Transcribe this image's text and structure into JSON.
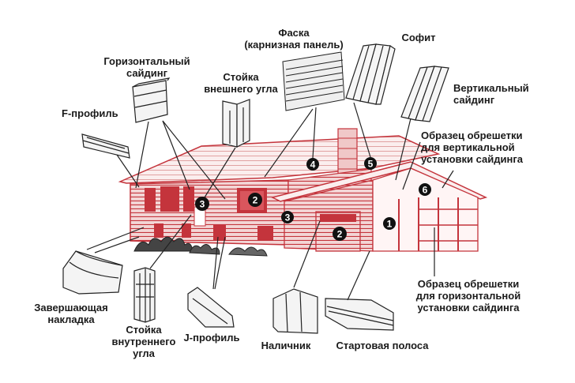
{
  "labels": {
    "facing": "Фаска\n(карнизная панель)",
    "soffit": "Софит",
    "horizontal_siding": "Горизонтальный\nсайдинг",
    "outer_corner": "Стойка\nвнешнего угла",
    "f_profile": "F-профиль",
    "vertical_siding": "Вертикальный\nсайдинг",
    "vertical_battens": "Образец обрешетки\nдля вертикальной\nустановки сайдинга",
    "horizontal_battens": "Образец обрешетки\nдля горизонтальной\nустановки сайдинга",
    "finishing_trim": "Завершающая\nнакладка",
    "inner_corner": "Стойка\nвнутреннего\nугла",
    "j_profile": "J-профиль",
    "casing": "Наличник",
    "starter_strip": "Стартовая полоса"
  },
  "markers": [
    "1",
    "2",
    "2",
    "3",
    "3",
    "4",
    "5",
    "6"
  ],
  "colors": {
    "house": "#c4343c",
    "house_light": "#e8a9a9",
    "ink": "#222222"
  },
  "icons": [
    "siding-icon",
    "outer-corner-icon",
    "f-profile-icon",
    "facing-panel-icon",
    "soffit-icon",
    "vertical-siding-icon",
    "finishing-trim-icon",
    "inner-corner-icon",
    "j-profile-icon",
    "casing-icon",
    "starter-strip-icon",
    "house-illustration"
  ]
}
